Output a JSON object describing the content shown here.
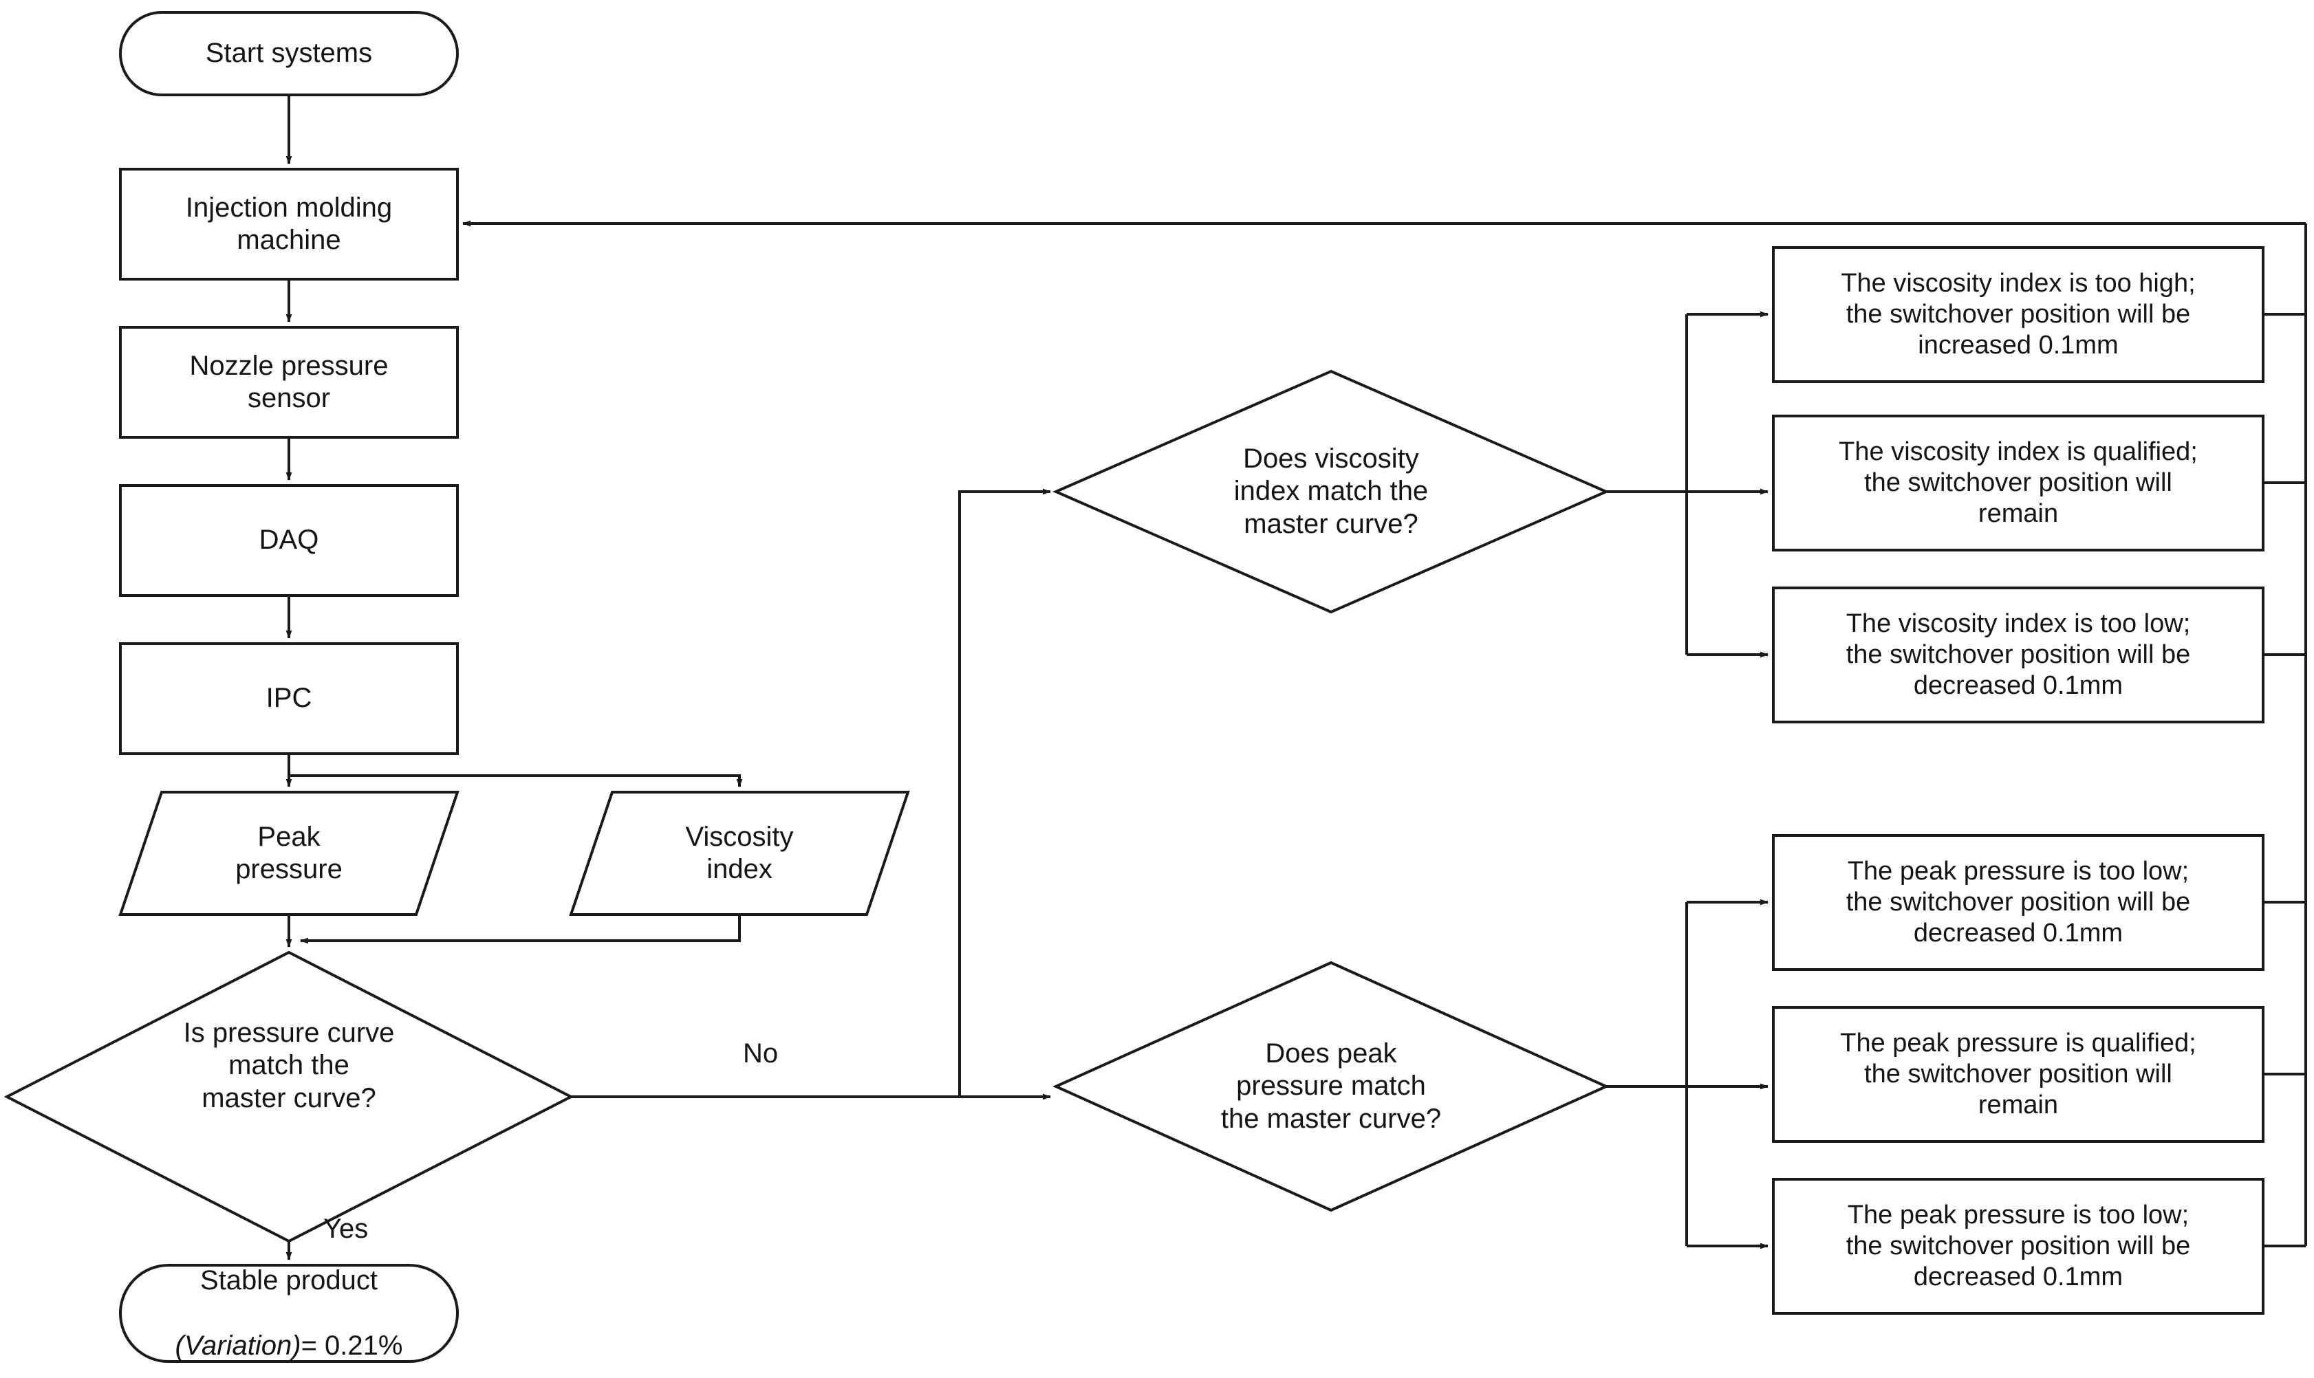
{
  "diagram": {
    "title": "Injection molding adaptive switchover control flowchart",
    "type": "flowchart",
    "stroke_color": "#1a1a1a",
    "fill_color": "#ffffff",
    "text_color": "#151515"
  },
  "nodes": {
    "start": {
      "label": "Start systems",
      "shape": "terminator"
    },
    "machine": {
      "label": "Injection molding\nmachine",
      "shape": "process"
    },
    "sensor": {
      "label": "Nozzle pressure\nsensor",
      "shape": "process"
    },
    "daq": {
      "label": "DAQ",
      "shape": "process"
    },
    "ipc": {
      "label": "IPC",
      "shape": "process"
    },
    "peak_pressure": {
      "label": "Peak\npressure",
      "shape": "data"
    },
    "viscosity_index": {
      "label": "Viscosity\nindex",
      "shape": "data"
    },
    "decision_pressure_curve": {
      "label": "Is pressure curve\nmatch the\nmaster curve?",
      "shape": "decision"
    },
    "stable_product": {
      "label_line1": "Stable product",
      "label_line2_italic": "(Variation)",
      "label_line2_rest": "= 0.21%",
      "shape": "terminator"
    },
    "decision_viscosity": {
      "label": "Does viscosity\nindex match the\nmaster curve?",
      "shape": "decision"
    },
    "decision_peak": {
      "label": "Does peak\npressure match\nthe master curve?",
      "shape": "decision"
    },
    "visc_high": {
      "label": "The viscosity index is too high;\nthe switchover position will be\nincreased 0.1mm",
      "shape": "process"
    },
    "visc_ok": {
      "label": "The viscosity index is qualified;\nthe switchover position will\nremain",
      "shape": "process"
    },
    "visc_low": {
      "label": "The viscosity index is too low;\nthe switchover position will be\ndecreased 0.1mm",
      "shape": "process"
    },
    "peak_low_1": {
      "label": "The peak pressure is too low;\nthe switchover position will be\ndecreased 0.1mm",
      "shape": "process"
    },
    "peak_ok": {
      "label": "The peak pressure is qualified;\nthe switchover position will\nremain",
      "shape": "process"
    },
    "peak_low_2": {
      "label": "The peak pressure is too low;\nthe switchover position will be\ndecreased 0.1mm",
      "shape": "process"
    }
  },
  "edge_labels": {
    "no": "No",
    "yes": "Yes"
  }
}
